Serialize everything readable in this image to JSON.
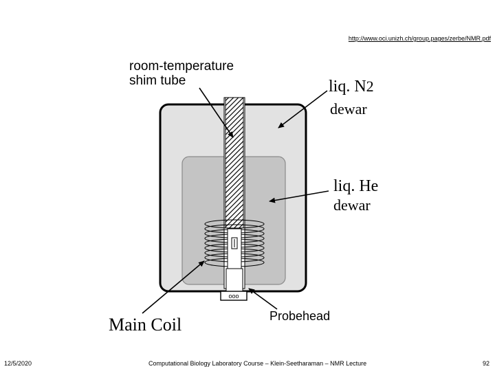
{
  "header": {
    "url": "http://www.oci.unizh.ch/group.pages/zerbe/NMR.pdf"
  },
  "diagram": {
    "labels": {
      "shim_tube_line1": "room-temperature",
      "shim_tube_line2": "shim tube",
      "n2_line1": "liq. N",
      "n2_subscript": "2",
      "n2_line2": "dewar",
      "he_line1": "liq. He",
      "he_line2": "dewar",
      "main_coil": "Main Coil",
      "probehead": "Probehead",
      "probe_plug": "ooo"
    },
    "colors": {
      "outer_dewar": "#e2e2e2",
      "inner_dewar": "#c4c4c4",
      "outline": "#000000"
    }
  },
  "footer": {
    "date": "12/5/2020",
    "course": "Computational Biology Laboratory Course – Klein-Seetharaman – NMR Lecture",
    "page": "92"
  }
}
